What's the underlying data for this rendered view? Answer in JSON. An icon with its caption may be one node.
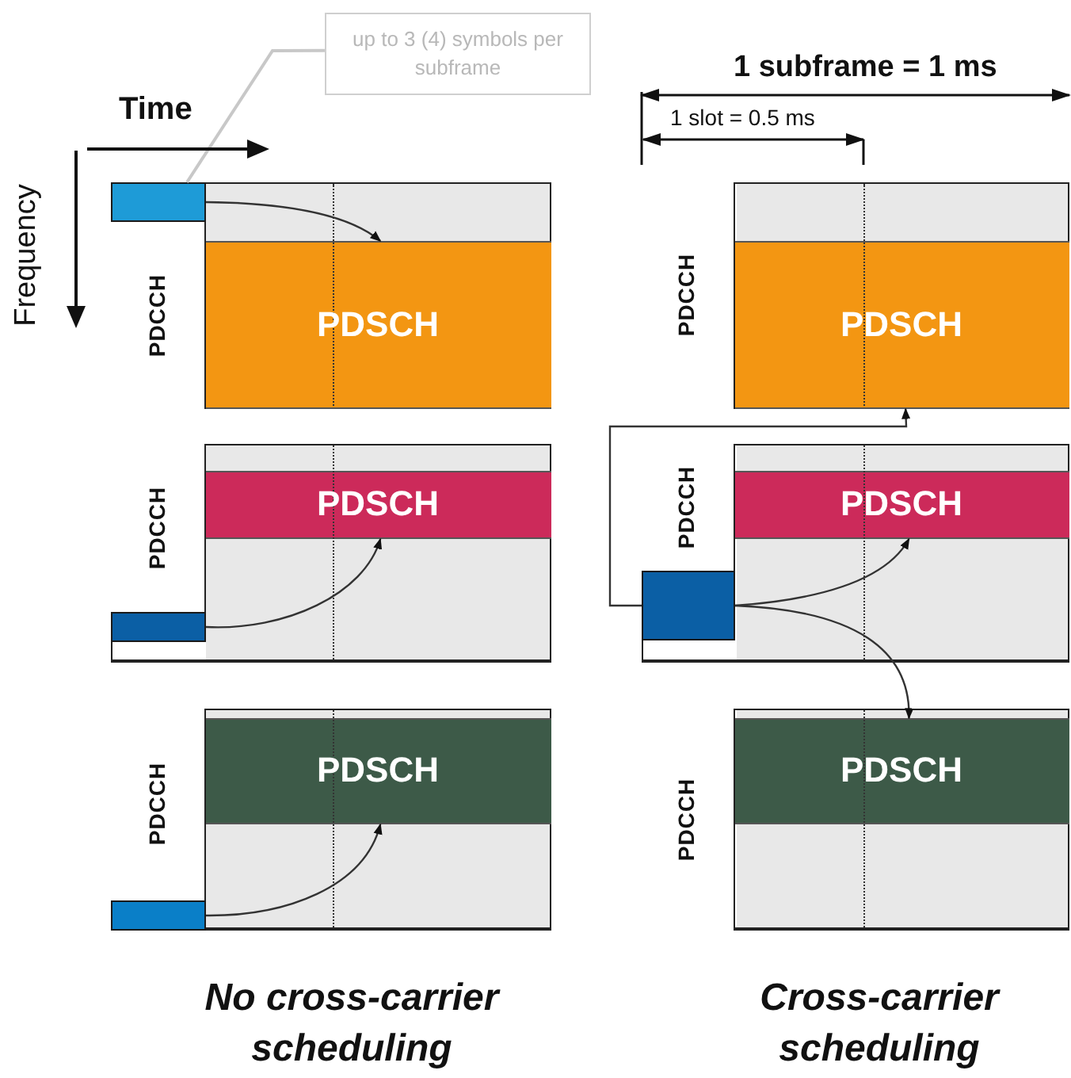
{
  "diagram": {
    "nodes": [
      {
        "text": [
          "up to 3 (4) symbols per subframe"
        ]
      },
      {
        "text": [],
        "shape": "box"
      },
      {
        "text": [
          "PDCCH"
        ],
        "in": 1
      },
      {
        "text": [],
        "shape": "box",
        "in": 1
      },
      {
        "text": [
          "PDSCH"
        ],
        "in": 1
      },
      {
        "text": [],
        "shape": "box"
      },
      {
        "text": [
          "PDCCH"
        ],
        "in": 5
      },
      {
        "text": [
          "PDSCH"
        ],
        "in": 5
      },
      {
        "text": [],
        "shape": "box",
        "in": 5
      },
      {
        "text": [],
        "shape": "box"
      },
      {
        "text": [
          "PDCCH"
        ],
        "in": 9
      },
      {
        "text": [
          "PDSCH"
        ],
        "in": 9
      },
      {
        "text": [],
        "shape": "box",
        "in": 9
      },
      {
        "text": [],
        "shape": "box"
      },
      {
        "text": [
          "PDCCH"
        ],
        "in": 13
      },
      {
        "text": [
          "PDSCH"
        ],
        "in": 13
      },
      {
        "text": [],
        "shape": "box"
      },
      {
        "text": [
          "PDCCH"
        ],
        "in": 16
      },
      {
        "text": [
          "PDSCH"
        ],
        "in": 16
      },
      {
        "text": [],
        "shape": "box",
        "in": 16
      },
      {
        "text": [],
        "shape": "box"
      },
      {
        "text": [
          "PDCCH"
        ],
        "in": 20
      },
      {
        "text": [
          "PDSCH"
        ],
        "in": 20
      }
    ],
    "edges": [
      {
        "from": 0,
        "to": 3,
        "arrow": "none",
        "color": "#c8c8c8"
      },
      {
        "from": 3,
        "to": 4,
        "arrow": "to"
      },
      {
        "from": 8,
        "to": 7,
        "arrow": "to"
      },
      {
        "from": 12,
        "to": 11,
        "arrow": "to"
      },
      {
        "from": 19,
        "to": 15,
        "arrow": "to"
      },
      {
        "from": 19,
        "to": 18,
        "arrow": "to"
      },
      {
        "from": 19,
        "to": 22,
        "arrow": "to"
      }
    ],
    "labels": [
      "Time",
      "Frequency",
      "1 subframe = 1 ms",
      "1 slot = 0.5 ms",
      "No cross-carrier scheduling",
      "Cross-carrier scheduling"
    ]
  }
}
